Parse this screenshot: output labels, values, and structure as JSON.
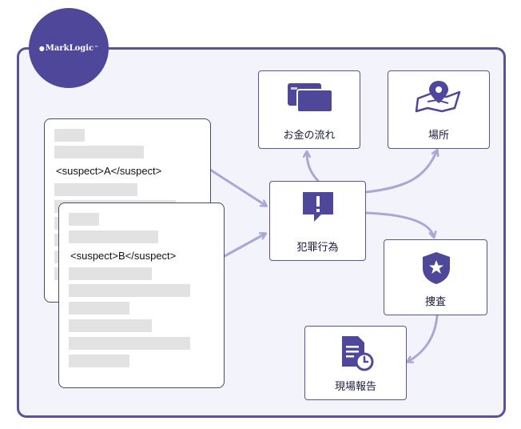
{
  "logo": {
    "text": "MarkLogic",
    "tm": "™"
  },
  "documents": {
    "doc_a": {
      "xml": "<suspect>A</suspect>"
    },
    "doc_b": {
      "xml": "<suspect>B</suspect>"
    }
  },
  "nodes": {
    "crime": "犯罪行為",
    "money": "お金の流れ",
    "place": "場所",
    "investigation": "捜査",
    "report": "現場報告"
  },
  "icons": {
    "crime": "alert-speech-bubble-icon",
    "money": "credit-cards-icon",
    "place": "map-pin-icon",
    "investigation": "police-badge-icon",
    "report": "document-clock-icon"
  },
  "colors": {
    "accent": "#5a519a",
    "arrow": "#aaa7d6",
    "icon": "#4f479a",
    "background": "#f3f3fb"
  }
}
